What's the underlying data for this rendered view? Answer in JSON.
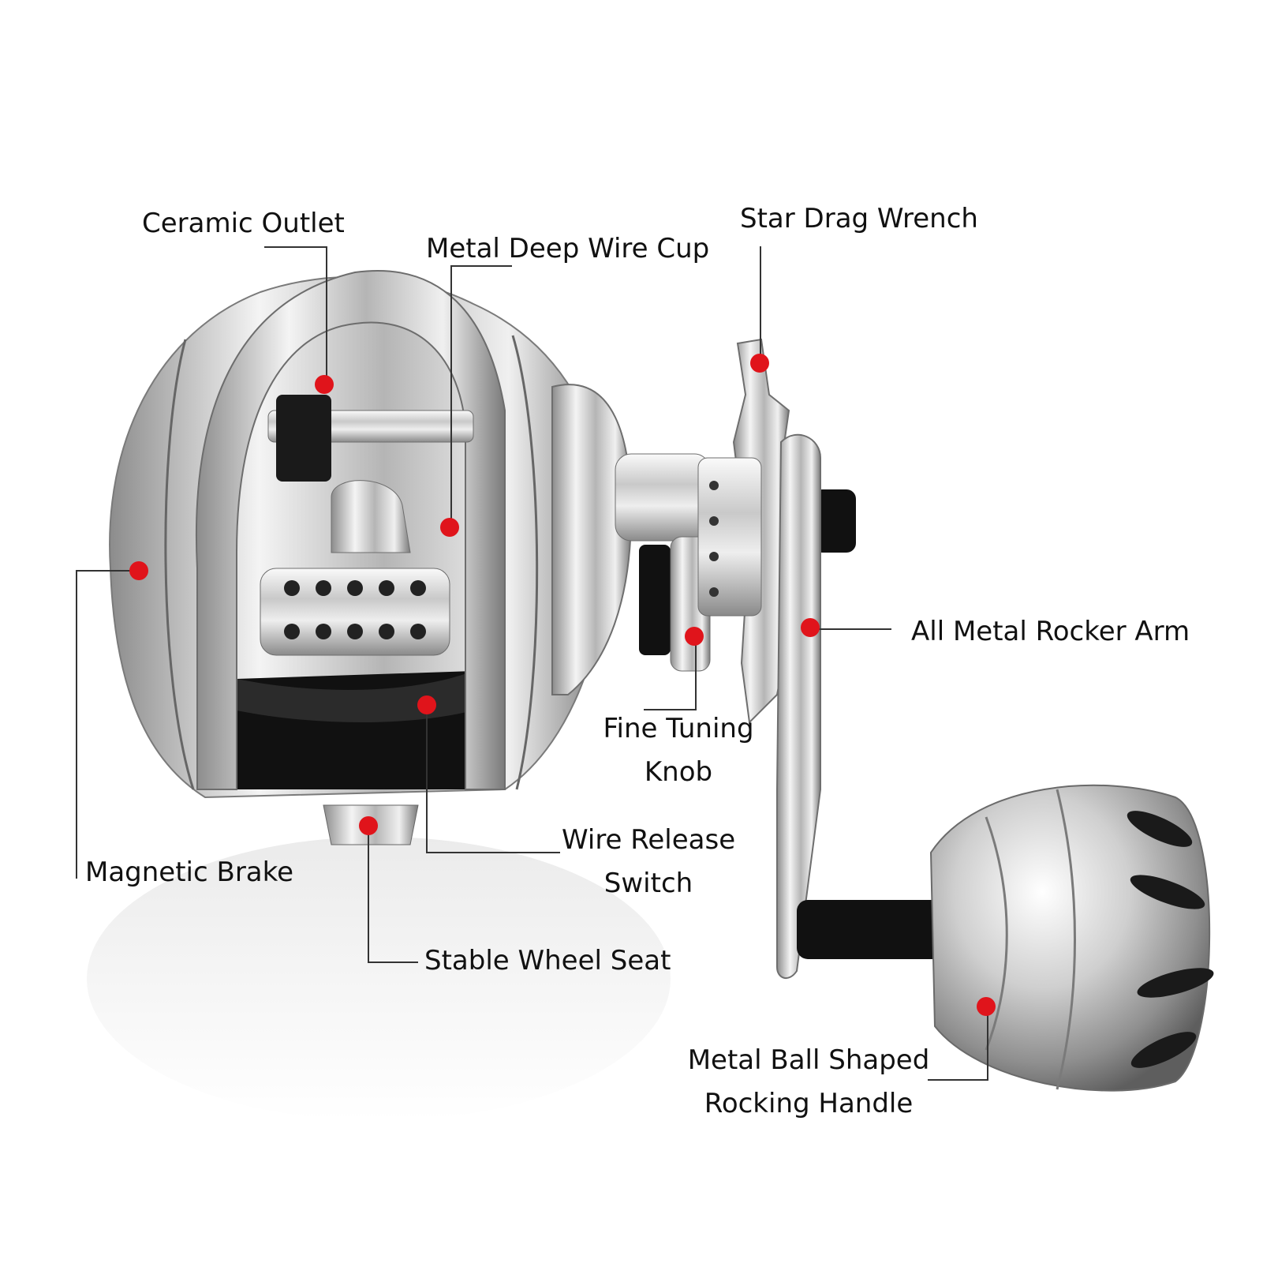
{
  "labels": {
    "ceramic_outlet": "Ceramic Outlet",
    "metal_deep_wire_cup": "Metal Deep Wire Cup",
    "star_drag_wrench": "Star Drag Wrench",
    "all_metal_rocker_arm": "All Metal Rocker Arm",
    "fine_tuning_knob_line1": "Fine Tuning",
    "fine_tuning_knob_line2": "Knob",
    "wire_release_switch_line1": "Wire Release",
    "wire_release_switch_line2": "Switch",
    "magnetic_brake": "Magnetic Brake",
    "stable_wheel_seat": "Stable Wheel Seat",
    "metal_ball_handle_line1": "Metal Ball Shaped",
    "metal_ball_handle_line2": "Rocking Handle"
  },
  "colors": {
    "marker": "#e0141b",
    "leader_line": "#333333",
    "chrome_light": "#f2f2f2",
    "chrome_mid": "#b8b8b8",
    "chrome_dark": "#6e6e6e",
    "black_part": "#111111"
  }
}
